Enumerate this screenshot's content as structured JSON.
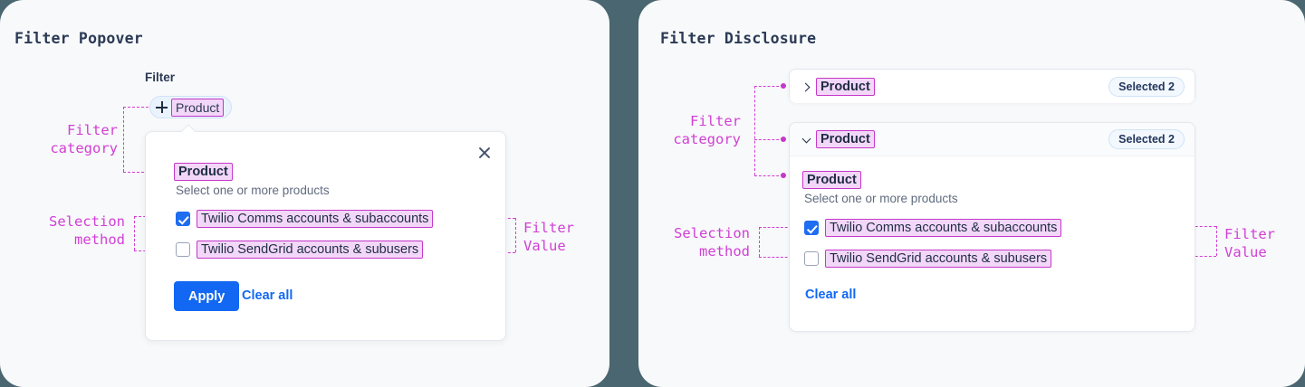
{
  "theme": {
    "backdrop": "#4a6670",
    "panel_bg": "#f8f9fa",
    "annotation": "#d13fd6",
    "highlight_fill": "#f3d7f8",
    "accent_blue": "#1268f3",
    "checkbox_checked": "#1f6df0",
    "pill_border": "#cfe3f7",
    "text_dark": "#1f2d44",
    "text_muted": "#606b7e"
  },
  "left_panel": {
    "title": "Filter Popover",
    "filter_caption": "Filter",
    "chip": {
      "icon": "plus-icon",
      "label": "Product"
    },
    "popover": {
      "close_icon": "close-icon",
      "group_title": "Product",
      "group_subtitle": "Select one or more products",
      "options": [
        {
          "label": "Twilio Comms accounts & subaccounts",
          "checked": true
        },
        {
          "label": "Twilio SendGrid accounts & subusers",
          "checked": false
        }
      ],
      "apply_label": "Apply",
      "clear_label": "Clear all"
    },
    "annotations": [
      {
        "text": "Filter\ncategory",
        "align": "right"
      },
      {
        "text": "Selection\nmethod",
        "align": "right"
      },
      {
        "text": "Filter\nValue",
        "align": "left"
      }
    ]
  },
  "right_panel": {
    "title": "Filter Disclosure",
    "cards": [
      {
        "chevron": "chevron-right-icon",
        "title": "Product",
        "badge": "Selected 2",
        "expanded": false
      },
      {
        "chevron": "chevron-down-icon",
        "title": "Product",
        "badge": "Selected 2",
        "expanded": true,
        "group_title": "Product",
        "group_subtitle": "Select one or more products",
        "options": [
          {
            "label": "Twilio Comms accounts & subaccounts",
            "checked": true
          },
          {
            "label": "Twilio SendGrid accounts & subusers",
            "checked": false
          }
        ],
        "clear_label": "Clear all"
      }
    ],
    "annotations": [
      {
        "text": "Filter\ncategory",
        "align": "right"
      },
      {
        "text": "Selection\nmethod",
        "align": "right"
      },
      {
        "text": "Filter\nValue",
        "align": "left"
      }
    ]
  }
}
